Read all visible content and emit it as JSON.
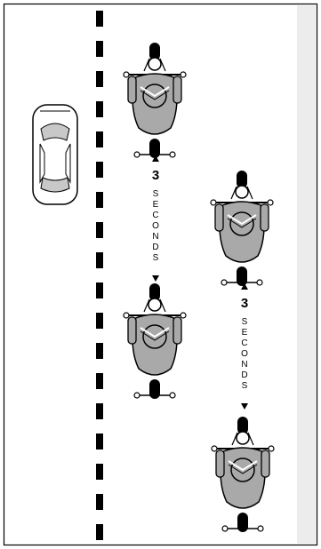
{
  "gaps": [
    {
      "number": "3",
      "unit_letters": [
        "S",
        "E",
        "C",
        "O",
        "N",
        "D",
        "S"
      ]
    },
    {
      "number": "3",
      "unit_letters": [
        "S",
        "E",
        "C",
        "O",
        "N",
        "D",
        "S"
      ]
    }
  ],
  "colors": {
    "background": "#ffffff",
    "border": "#000000",
    "shoulder": "#ececec",
    "rider": "#a9a9a9",
    "tire": "#000000",
    "car_window": "#c8c8c8"
  },
  "icons": [
    "motorcycle-icon",
    "car-icon",
    "up-arrow-icon",
    "down-arrow-icon"
  ]
}
